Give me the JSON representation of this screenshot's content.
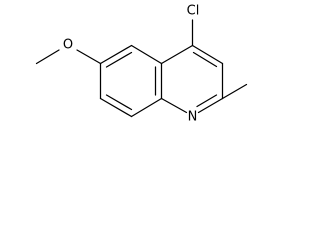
{
  "structure": {
    "atoms": {
      "chlorine": "Cl",
      "nitrogen": "N",
      "oxygen": "O"
    },
    "colors": {
      "bond": "#000000",
      "label": "#000000",
      "background": "#ffffff"
    }
  }
}
